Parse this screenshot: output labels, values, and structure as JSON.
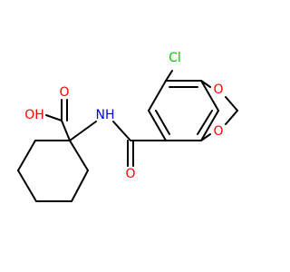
{
  "molecule": {
    "atom_labels": {
      "cl": "Cl",
      "o_ring_top": "O",
      "o_ring_bottom": "O",
      "oh": "OH",
      "o_carbonyl_acid": "O",
      "nh": "NH",
      "o_amide": "O"
    },
    "colors": {
      "bond": "#000000",
      "oxygen": "#ff0000",
      "nitrogen": "#0000ff",
      "chlorine": "#00cc00"
    }
  }
}
